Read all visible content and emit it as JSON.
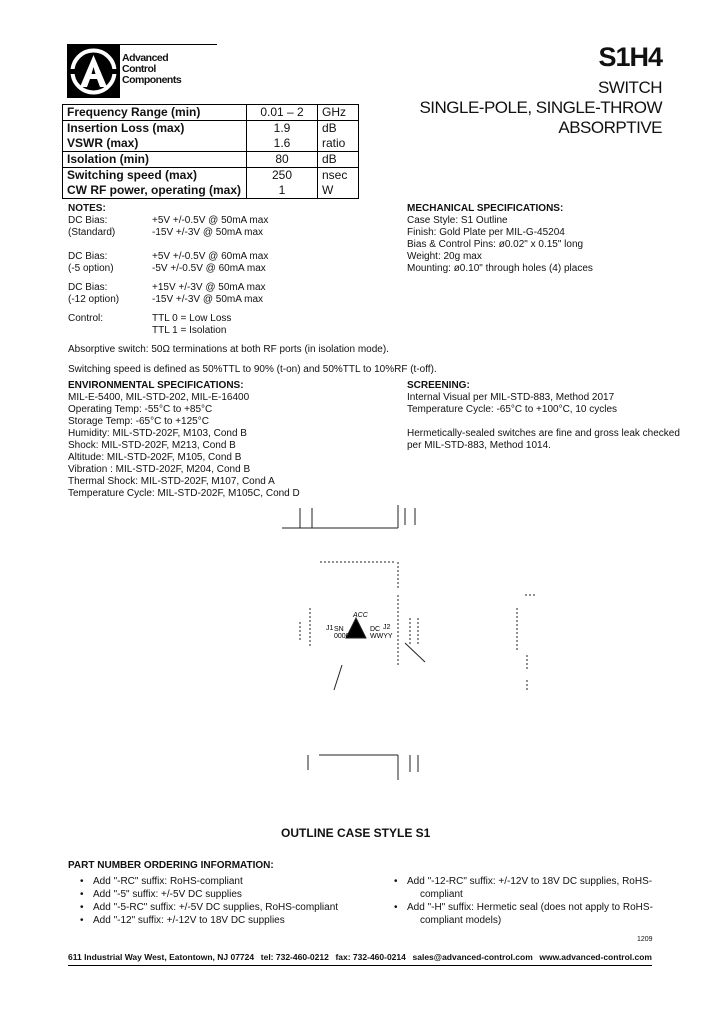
{
  "header": {
    "logo_text": [
      "Advanced",
      "Control",
      "Components"
    ],
    "part_number": "S1H4",
    "subtitle": [
      "SWITCH",
      "SINGLE-POLE, SINGLE-THROW",
      "ABSORPTIVE"
    ]
  },
  "spec_table": [
    {
      "label": "Frequency Range (min)",
      "value": "0.01 – 2",
      "unit": "GHz"
    },
    {
      "label": "Insertion Loss (max)",
      "value": "1.9",
      "unit": "dB"
    },
    {
      "label": "VSWR (max)",
      "value": "1.6",
      "unit": "ratio"
    },
    {
      "label": "Isolation (min)",
      "value": "80",
      "unit": "dB"
    },
    {
      "label": "Switching speed (max)",
      "value": "250",
      "unit": "nsec"
    },
    {
      "label": "CW RF power, operating (max)",
      "value": "1",
      "unit": "W"
    }
  ],
  "notes": {
    "heading": "NOTES:",
    "bias": [
      {
        "label": [
          "DC Bias:",
          "(Standard)"
        ],
        "values": [
          "+5V +/-0.5V @ 50mA max",
          "-15V +/-3V @ 50mA max"
        ]
      },
      {
        "label": [
          "DC Bias:",
          "(-5 option)"
        ],
        "values": [
          "+5V +/-0.5V @ 60mA max",
          "-5V +/-0.5V @ 60mA max"
        ]
      },
      {
        "label": [
          "DC Bias:",
          "(-12 option)"
        ],
        "values": [
          "+15V +/-3V @ 50mA max",
          "-15V +/-3V @ 50mA max"
        ]
      }
    ],
    "control_label": "Control:",
    "control_values": [
      "TTL 0 = Low Loss",
      "TTL 1 = Isolation"
    ],
    "absorptive": "Absorptive switch:  50Ω terminations at both RF ports (in isolation mode).",
    "switching": "Switching speed is defined as 50%TTL to 90% (t-on) and 50%TTL to 10%RF (t-off)."
  },
  "mechanical": {
    "heading": "MECHANICAL SPECIFICATIONS:",
    "lines": [
      "Case Style: S1 Outline",
      "Finish: Gold Plate per MIL-G-45204",
      "Bias & Control Pins: ø0.02\" x 0.15\" long",
      "Weight: 20g max",
      "Mounting: ø0.10\" through holes (4) places"
    ]
  },
  "environmental": {
    "heading": "ENVIRONMENTAL SPECIFICATIONS:",
    "lines": [
      "MIL-E-5400, MIL-STD-202, MIL-E-16400",
      "Operating Temp: -55°C to +85°C",
      "Storage Temp: -65°C to +125°C",
      "Humidity: MIL-STD-202F, M103, Cond B",
      "Shock: MIL-STD-202F, M213, Cond B",
      "Altitude: MIL-STD-202F, M105, Cond B",
      "Vibration : MIL-STD-202F, M204, Cond B",
      "Thermal Shock: MIL-STD-202F, M107, Cond A",
      "Temperature Cycle: MIL-STD-202F, M105C, Cond D"
    ]
  },
  "screening": {
    "heading": "SCREENING:",
    "lines": [
      "Internal Visual per MIL-STD-883, Method 2017",
      "Temperature Cycle: -65°C to +100°C, 10 cycles"
    ],
    "hermetic": [
      "Hermetically-sealed switches are fine and gross leak checked",
      "per MIL-STD-883, Method 1014."
    ]
  },
  "drawing": {
    "caption": "OUTLINE CASE STYLE S1",
    "labels": {
      "top": "ACC",
      "left": [
        "J1",
        "SN",
        "0000"
      ],
      "right": [
        "DC",
        "J2",
        "WWYY"
      ]
    }
  },
  "ordering": {
    "heading": "PART NUMBER ORDERING INFORMATION:",
    "left": [
      "Add \"-RC\" suffix: RoHS-compliant",
      "Add \"-5\" suffix: +/-5V DC supplies",
      "Add \"-5-RC\" suffix: +/-5V DC supplies, RoHS-compliant",
      "Add \"-12\" suffix: +/-12V to 18V DC supplies"
    ],
    "right": [
      [
        "Add \"-12-RC\" suffix: +/-12V to 18V DC supplies, RoHS-",
        "compliant"
      ],
      [
        "Add \"-H\" suffix: Hermetic seal (does not apply to RoHS-",
        "compliant models)"
      ]
    ]
  },
  "revision": "1209",
  "footer": {
    "address": "611 Industrial Way West, Eatontown, NJ  07724",
    "tel": "tel: 732-460-0212",
    "fax": "fax: 732-460-0214",
    "email": "sales@advanced-control.com",
    "web": "www.advanced-control.com"
  }
}
